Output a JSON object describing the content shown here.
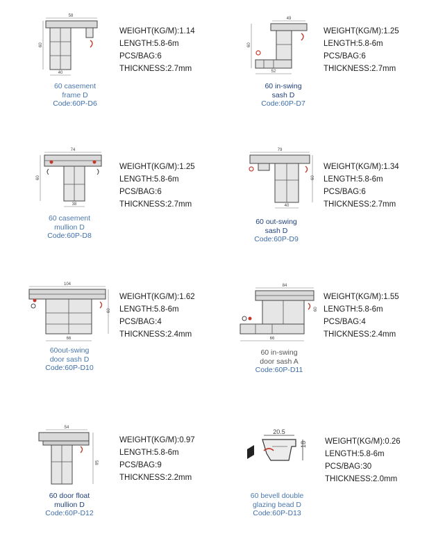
{
  "products": [
    {
      "name_lines": [
        "60 casement",
        "frame D"
      ],
      "code": "Code:60P-D6",
      "weight": "WEIGHT(KG/M):1.14",
      "length": "LENGTH:5.8-6m",
      "pcs": "PCS/BAG:6",
      "thickness": "THICKNESS:2.7mm",
      "dims": [
        "58",
        "60",
        "40"
      ]
    },
    {
      "name_lines": [
        "60 in-swing",
        "sash D"
      ],
      "code": "Code:60P-D7",
      "weight": "WEIGHT(KG/M):1.25",
      "length": "LENGTH:5.8-6m",
      "pcs": "PCS/BAG:6",
      "thickness": "THICKNESS:2.7mm",
      "dims": [
        "49",
        "60",
        "52"
      ]
    },
    {
      "name_lines": [
        "60 casement",
        "mullion D"
      ],
      "code": "Code:60P-D8",
      "weight": "WEIGHT(KG/M):1.25",
      "length": "LENGTH:5.8-6m",
      "pcs": "PCS/BAG:6",
      "thickness": "THICKNESS:2.7mm",
      "dims": [
        "74",
        "60",
        "38"
      ]
    },
    {
      "name_lines": [
        "60 out-swing",
        "sash D"
      ],
      "code": "Code:60P-D9",
      "weight": "WEIGHT(KG/M):1.34",
      "length": "LENGTH:5.8-6m",
      "pcs": "PCS/BAG:6",
      "thickness": "THICKNESS:2.7mm",
      "dims": [
        "79",
        "60",
        "40"
      ]
    },
    {
      "name_lines": [
        "60out-swing",
        "door sash D"
      ],
      "code": "Code:60P-D10",
      "weight": "WEIGHT(KG/M):1.62",
      "length": "LENGTH:5.8-6m",
      "pcs": "PCS/BAG:4",
      "thickness": "THICKNESS:2.4mm",
      "dims": [
        "104",
        "60",
        "66"
      ]
    },
    {
      "name_lines": [
        "60 in-swing",
        "door sash A"
      ],
      "code": "Code:60P-D11",
      "weight": "WEIGHT(KG/M):1.55",
      "length": "LENGTH:5.8-6m",
      "pcs": "PCS/BAG:4",
      "thickness": "THICKNESS:2.4mm",
      "dims": [
        "84",
        "60",
        "66"
      ]
    },
    {
      "name_lines": [
        "60 door float",
        "mullion D"
      ],
      "code": "Code:60P-D12",
      "weight": "WEIGHT(KG/M):0.97",
      "length": "LENGTH:5.8-6m",
      "pcs": "PCS/BAG:9",
      "thickness": "THICKNESS:2.2mm",
      "dims": [
        "54",
        "58"
      ]
    },
    {
      "name_lines": [
        "60 bevell double",
        "glazing bead D"
      ],
      "code": "Code:60P-D13",
      "weight": "WEIGHT(KG/M):0.26",
      "length": "LENGTH:5.8-6m",
      "pcs": "PCS/BAG:30",
      "thickness": "THICKNESS:2.0mm",
      "dims": [
        "20.5",
        "18"
      ]
    }
  ]
}
